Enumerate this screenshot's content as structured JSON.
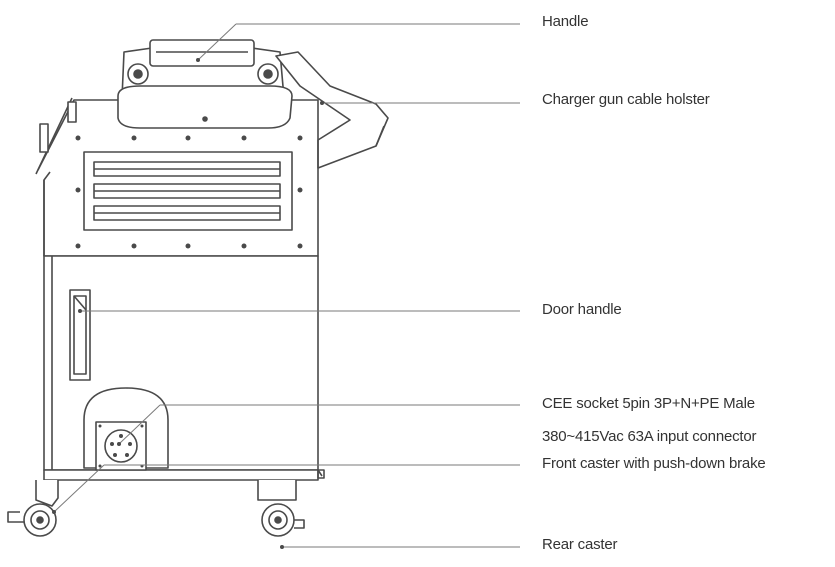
{
  "callouts": [
    {
      "id": "handle",
      "text": "Handle"
    },
    {
      "id": "holster",
      "text": "Charger gun cable holster"
    },
    {
      "id": "door-handle",
      "text": "Door handle"
    },
    {
      "id": "cee-socket",
      "lines": [
        "CEE socket 5pin 3P+N+PE Male",
        "380~415Vac 63A input connector"
      ]
    },
    {
      "id": "front-caster",
      "text": "Front caster with push-down brake"
    },
    {
      "id": "rear-caster",
      "text": "Rear caster"
    }
  ],
  "colors": {
    "line": "#4a4a4a",
    "callout_line": "#7a7a7a",
    "text": "#333333"
  }
}
